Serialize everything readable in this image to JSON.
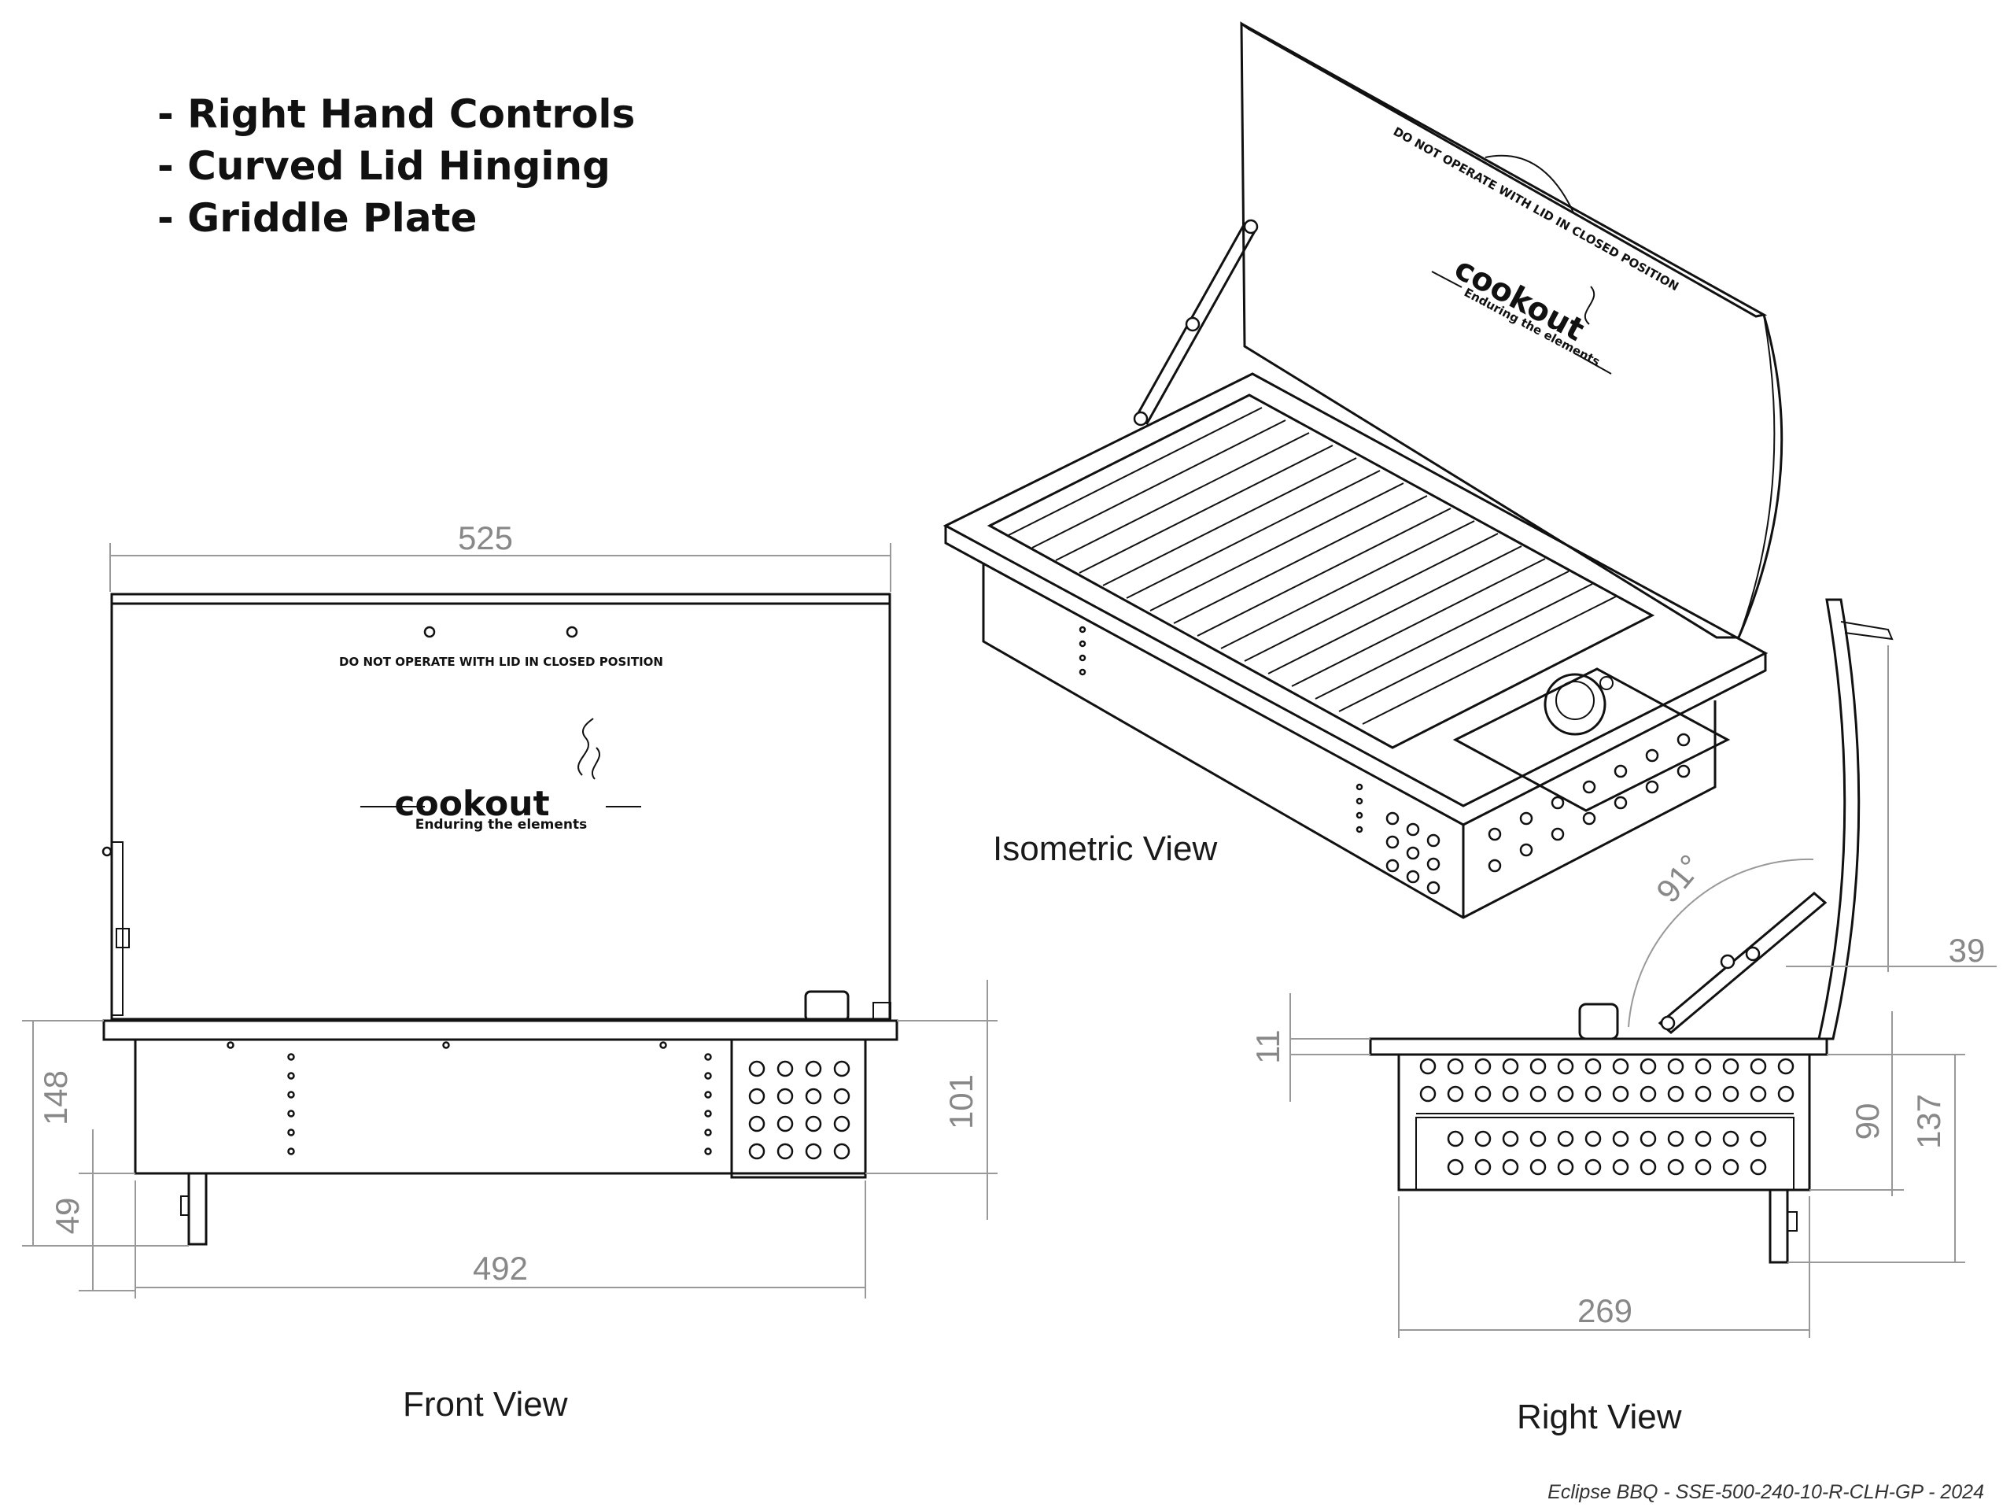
{
  "features": [
    "- Right Hand Controls",
    "- Curved Lid Hinging",
    "- Griddle Plate"
  ],
  "views": {
    "front": "Front View",
    "isometric": "Isometric  View",
    "right": "Right View"
  },
  "dimensions": {
    "front_width_top": "525",
    "front_width_bottom": "492",
    "front_height_total": "148",
    "front_leg_height": "49",
    "front_body_height": "101",
    "right_depth": "269",
    "right_top_thickness": "11",
    "right_lid_offset": "39",
    "right_body_height": "90",
    "right_total_height": "137",
    "lid_angle": "91°"
  },
  "branding": {
    "logo": "cookout",
    "tagline": "Enduring the elements",
    "warning": "DO NOT OPERATE WITH LID IN CLOSED POSITION"
  },
  "footer": "Eclipse BBQ - SSE-500-240-10-R-CLH-GP - 2024"
}
